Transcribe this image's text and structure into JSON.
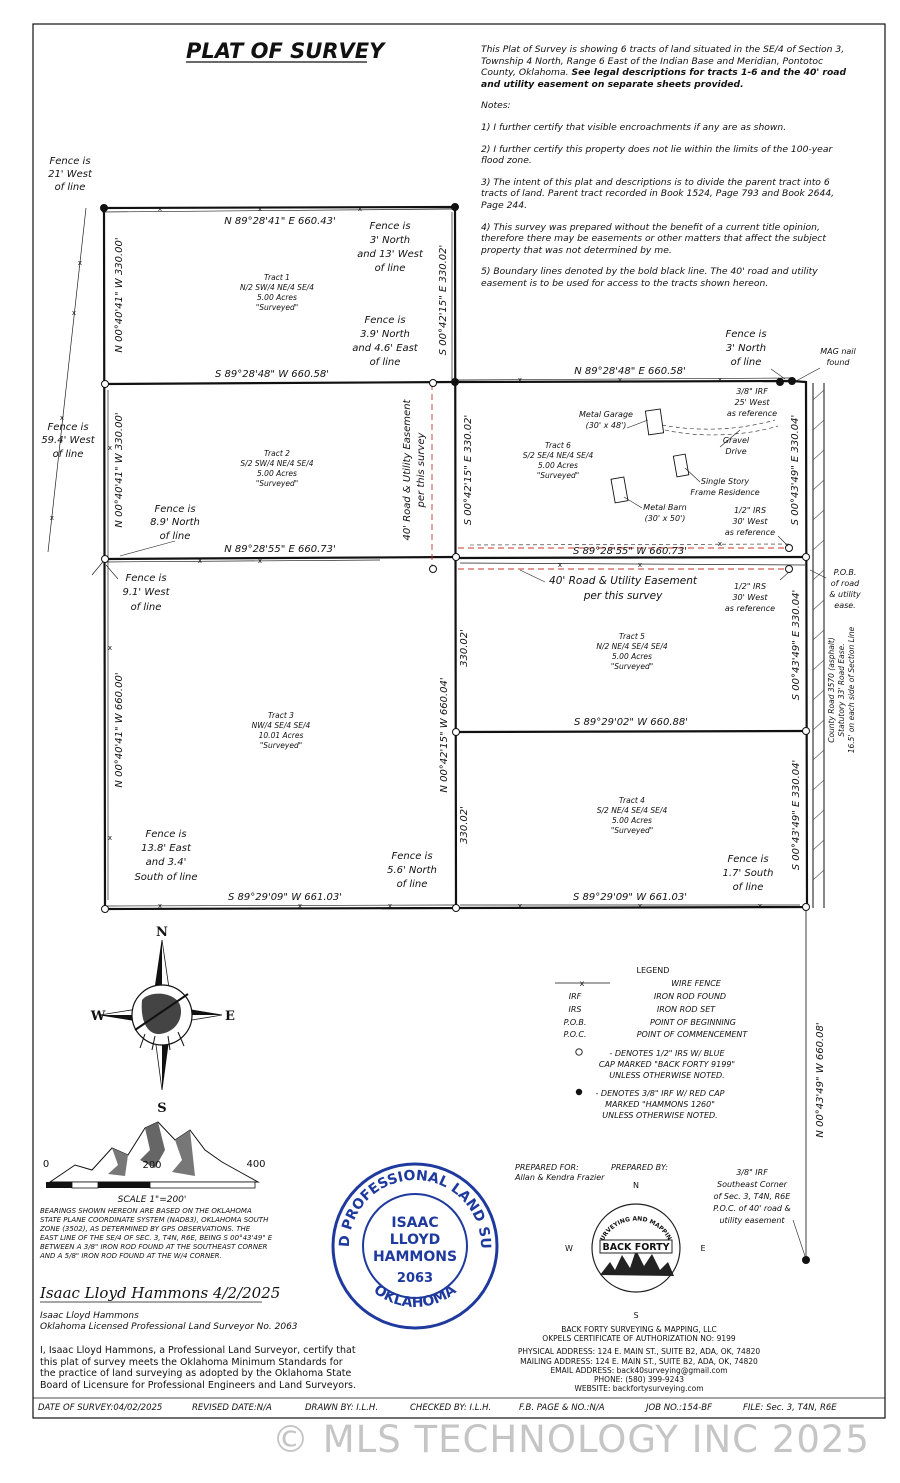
{
  "title": "PLAT OF SURVEY",
  "description": {
    "intro": "This Plat of Survey is showing 6 tracts of land situated in the SE/4 of Section 3, Township 4 North, Range 6 East of the Indian Base and Meridian, Pontotoc County, Oklahoma.",
    "intro_bold": "See legal descriptions for tracts 1-6 and the 40' road and utility easement on separate sheets provided."
  },
  "notes_heading": "Notes:",
  "notes": [
    "1) I further certify that visible encroachments if any are as shown.",
    "2) I further certify this property does not lie within the limits of the 100-year flood zone.",
    "3) The intent of this plat and descriptions is to divide the parent tract into 6 tracts of land. Parent tract recorded in Book 1524, Page 793 and Book 2644, Page 244.",
    "4) This survey was prepared without the benefit of a current title opinion, therefore there may be easements or other matters that affect the subject property that was not determined by me.",
    "5) Boundary lines denoted by the bold black line. The 40' road and utility easement is to be used for access to the tracts shown hereon."
  ],
  "bearings": {
    "b1_north": "N 89°28'41\" E 660.43'",
    "b1_south": "S 89°28'48\" W 660.58'",
    "b1_west": "N 00°40'41\" W 330.00'",
    "b1_east": "S 00°42'15\" E 330.02'",
    "b2_west": "N 00°40'41\" W 330.00'",
    "b2_south": "N 89°28'55\" E 660.73'",
    "b3_west": "N 00°40'41\" W 660.00'",
    "b3_east": "N 00°42'15\" W 660.04'",
    "b3_south": "S 89°29'09\" W 661.03'",
    "b6_north": "N 89°28'48\" E 660.58'",
    "b6_west": "S 00°42'15\" E 330.02'",
    "b6_east": "S 00°43'49\" E 330.04'",
    "b6_south": "S 89°28'55\" W 660.73'",
    "b5_west": "330.02'",
    "b5_east": "S 00°43'49\" E 330.04'",
    "b5_south": "S 89°29'02\" W 660.88'",
    "b4_west": "330.02'",
    "b4_east": "S 00°43'49\" E 330.04'",
    "b4_south": "S 89°29'09\" W 661.03'",
    "section_line": "N 00°43'49\" W 660.08'"
  },
  "tracts": [
    {
      "name": "Tract 1",
      "desc": "N/2 SW/4 NE/4 SE/4",
      "acres": "5.00 Acres",
      "status": "\"Surveyed\""
    },
    {
      "name": "Tract 2",
      "desc": "S/2 SW/4 NE/4 SE/4",
      "acres": "5.00 Acres",
      "status": "\"Surveyed\""
    },
    {
      "name": "Tract 3",
      "desc": "NW/4 SE/4 SE/4",
      "acres": "10.01 Acres",
      "status": "\"Surveyed\""
    },
    {
      "name": "Tract 4",
      "desc": "S/2 NE/4 SE/4 SE/4",
      "acres": "5.00 Acres",
      "status": "\"Surveyed\""
    },
    {
      "name": "Tract 5",
      "desc": "N/2 NE/4 SE/4 SE/4",
      "acres": "5.00 Acres",
      "status": "\"Surveyed\""
    },
    {
      "name": "Tract 6",
      "desc": "S/2 SE/4 NE/4 SE/4",
      "acres": "5.00 Acres",
      "status": "\"Surveyed\""
    }
  ],
  "fence_notes": {
    "f1": [
      "Fence is",
      "21' West",
      "of line"
    ],
    "f2": [
      "Fence is",
      "3' North",
      "and 13' West",
      "of line"
    ],
    "f3": [
      "Fence is",
      "3.9' North",
      "and 4.6' East",
      "of line"
    ],
    "f4": [
      "Fence is",
      "3' North",
      "of line"
    ],
    "f5": [
      "Fence is",
      "59.4' West",
      "of line"
    ],
    "f6": [
      "Fence is",
      "8.9' North",
      "of line"
    ],
    "f7": [
      "Fence is",
      "9.1' West",
      "of line"
    ],
    "f8": [
      "Fence is",
      "13.8' East",
      "and 3.4'",
      "South of line"
    ],
    "f9": [
      "Fence is",
      "5.6' North",
      "of line"
    ],
    "f10": [
      "Fence is",
      "1.7' South",
      "of line"
    ]
  },
  "features": {
    "mag_nail": [
      "MAG nail",
      "found"
    ],
    "irf_top": [
      "3/8\" IRF",
      "25' West",
      "as reference"
    ],
    "metal_garage": [
      "Metal Garage",
      "(30' x 48')"
    ],
    "gravel_drive": [
      "Gravel",
      "Drive"
    ],
    "residence": [
      "Single Story",
      "Frame Residence"
    ],
    "metal_barn": [
      "Metal Barn",
      "(30' x 50')"
    ],
    "irs_mid": [
      "1/2\" IRS",
      "30' West",
      "as reference"
    ],
    "irs_low": [
      "1/2\" IRS",
      "30' West",
      "as reference"
    ],
    "pob": [
      "P.O.B.",
      "of road",
      "& utility",
      "ease."
    ],
    "easement_vertical": [
      "40' Road & Utility Easement",
      "per this survey"
    ],
    "easement_horizontal": [
      "40' Road & Utility Easement",
      "per this survey"
    ],
    "county_road": [
      "County Road 3570 (asphalt)",
      "Statutory 33' Road Ease.",
      "16.5' on each side of Section Line"
    ],
    "se_corner": [
      "3/8\" IRF",
      "Southeast Corner",
      "of Sec. 3, T4N, R6E",
      "P.O.C. of 40' road &",
      "utility easement"
    ]
  },
  "compass": {
    "n": "N",
    "s": "S",
    "e": "E",
    "w": "W"
  },
  "legend": {
    "heading": "LEGEND",
    "rows": [
      {
        "sym": "—x—",
        "label": "WIRE FENCE"
      },
      {
        "sym": "IRF",
        "label": "IRON ROD FOUND"
      },
      {
        "sym": "IRS",
        "label": "IRON ROD SET"
      },
      {
        "sym": "P.O.B.",
        "label": "POINT OF BEGINNING"
      },
      {
        "sym": "P.O.C.",
        "label": "POINT OF COMMENCEMENT"
      }
    ],
    "open_circle": [
      "- DENOTES 1/2\" IRS W/ BLUE",
      "CAP MARKED \"BACK FORTY 9199\"",
      "UNLESS OTHERWISE NOTED."
    ],
    "filled_circle": [
      "- DENOTES 3/8\" IRF W/ RED CAP",
      "MARKED \"HAMMONS 1260\"",
      "UNLESS OTHERWISE NOTED."
    ]
  },
  "scale": {
    "t0": "0",
    "t200": "200",
    "t400": "400",
    "label": "SCALE 1\"=200'"
  },
  "basis_of_bearings": [
    "BEARINGS SHOWN HEREON ARE BASED ON THE OKLAHOMA",
    "STATE PLANE COORDINATE SYSTEM (NAD83), OKLAHOMA SOUTH",
    "ZONE (3502), AS DETERMINED BY GPS OBSERVATIONS. THE",
    "EAST LINE OF THE SE/4 OF SEC. 3, T4N, R6E, BEING S 00°43'49\" E",
    "BETWEEN A 3/8\" IRON ROD FOUND AT THE SOUTHEAST CORNER",
    "AND A 5/8\" IRON ROD FOUND AT THE W/4 CORNER."
  ],
  "signature": "Isaac Lloyd Hammons 4/2/2025",
  "surveyor": {
    "name": "Isaac Lloyd Hammons",
    "title": "Oklahoma Licensed Professional Land Surveyor No. 2063"
  },
  "certification": "I, Isaac Lloyd Hammons, a Professional Land Surveyor, certify that this plat of survey meets the Oklahoma Minimum Standards for the practice of land surveying as adopted by the Oklahoma State Board of Licensure for Professional Engineers and Land Surveyors.",
  "seal": {
    "arc_top": "LICENSED PROFESSIONAL LAND SURVEYOR",
    "arc_bottom": "OKLAHOMA",
    "line1": "ISAAC",
    "line2": "LLOYD",
    "line3": "HAMMONS",
    "number": "2063"
  },
  "prepared_for": {
    "label": "PREPARED FOR:",
    "name": "Allan & Kendra Frazier"
  },
  "prepared_by": {
    "label": "PREPARED BY:",
    "logo_text": "BACK FORTY",
    "logo_arc": "SURVEYING AND MAPPING",
    "n": "N",
    "s": "S",
    "e": "E",
    "w": "W"
  },
  "company": {
    "name": "BACK FORTY SURVEYING & MAPPING, LLC",
    "cert": "OKPELS CERTIFICATE OF AUTHORIZATION NO: 9199",
    "physical": "PHYSICAL ADDRESS: 124 E. MAIN ST., SUITE B2, ADA, OK, 74820",
    "mailing": "MAILING ADDRESS: 124 E. MAIN ST., SUITE B2, ADA, OK, 74820",
    "email": "EMAIL ADDRESS: back40surveying@gmail.com",
    "phone": "PHONE: (580) 399-9243",
    "website": "WEBSITE: backfortysurveying.com"
  },
  "footer": {
    "date": "DATE OF SURVEY:04/02/2025",
    "revised": "REVISED DATE:N/A",
    "drawn": "DRAWN BY: I.L.H.",
    "checked": "CHECKED BY: I.L.H.",
    "fb": "F.B. PAGE & NO.:N/A",
    "job": "JOB NO.:154-BF",
    "file": "FILE: Sec. 3, T4N, R6E"
  },
  "watermark": "© MLS TECHNOLOGY INC 2025",
  "colors": {
    "easement": "#c0392b",
    "ink": "#111111",
    "seal_blue": "#1f3a9e"
  }
}
